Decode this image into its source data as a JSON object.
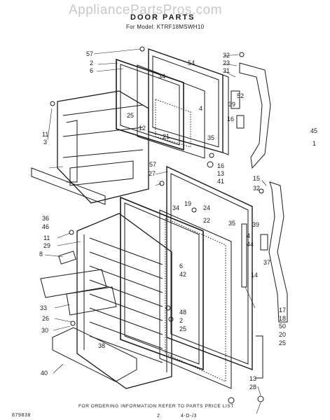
{
  "header": {
    "watermark": "AppliancePartsPros.com",
    "title": "DOOR PARTS",
    "subtitle": "For Model: KTRF18MSWH10"
  },
  "callouts": [
    {
      "id": "c57a",
      "text": "57"
    },
    {
      "id": "c2a",
      "text": "2"
    },
    {
      "id": "c6a",
      "text": "6"
    },
    {
      "id": "c34a",
      "text": "34"
    },
    {
      "id": "c54",
      "text": "54"
    },
    {
      "id": "c32a",
      "text": "32"
    },
    {
      "id": "c23",
      "text": "23"
    },
    {
      "id": "c31",
      "text": "31"
    },
    {
      "id": "c4a",
      "text": "4"
    },
    {
      "id": "c52",
      "text": "52"
    },
    {
      "id": "c39a",
      "text": "39"
    },
    {
      "id": "c16a",
      "text": "16"
    },
    {
      "id": "c25a",
      "text": "25"
    },
    {
      "id": "c12",
      "text": "12"
    },
    {
      "id": "c11a",
      "text": "11"
    },
    {
      "id": "c3",
      "text": "3"
    },
    {
      "id": "c21",
      "text": "21"
    },
    {
      "id": "c35a",
      "text": "35"
    },
    {
      "id": "c45",
      "text": "45"
    },
    {
      "id": "c1",
      "text": "1"
    },
    {
      "id": "c57b",
      "text": "57"
    },
    {
      "id": "c27",
      "text": "27"
    },
    {
      "id": "c16b",
      "text": "16"
    },
    {
      "id": "c13a",
      "text": "13"
    },
    {
      "id": "c41",
      "text": "41"
    },
    {
      "id": "c15",
      "text": "15"
    },
    {
      "id": "c32b",
      "text": "32"
    },
    {
      "id": "c19",
      "text": "19"
    },
    {
      "id": "c34b",
      "text": "34"
    },
    {
      "id": "c24",
      "text": "24"
    },
    {
      "id": "c22",
      "text": "22"
    },
    {
      "id": "c36",
      "text": "36"
    },
    {
      "id": "c46",
      "text": "46"
    },
    {
      "id": "c35b",
      "text": "35"
    },
    {
      "id": "c39b",
      "text": "39"
    },
    {
      "id": "c11b",
      "text": "11"
    },
    {
      "id": "c29",
      "text": "29"
    },
    {
      "id": "c4b",
      "text": "4"
    },
    {
      "id": "c44",
      "text": "44"
    },
    {
      "id": "c8",
      "text": "8"
    },
    {
      "id": "c37",
      "text": "37"
    },
    {
      "id": "c6b",
      "text": "6"
    },
    {
      "id": "c42",
      "text": "42"
    },
    {
      "id": "c14",
      "text": "14"
    },
    {
      "id": "c33",
      "text": "33"
    },
    {
      "id": "c26",
      "text": "26"
    },
    {
      "id": "c17",
      "text": "17"
    },
    {
      "id": "c18",
      "text": "18"
    },
    {
      "id": "c30",
      "text": "30"
    },
    {
      "id": "c48",
      "text": "48"
    },
    {
      "id": "c2b",
      "text": "2"
    },
    {
      "id": "c50",
      "text": "50"
    },
    {
      "id": "c20",
      "text": "20"
    },
    {
      "id": "c25b",
      "text": "25"
    },
    {
      "id": "c38",
      "text": "38"
    },
    {
      "id": "c25c",
      "text": "25"
    },
    {
      "id": "c40",
      "text": "40"
    },
    {
      "id": "c13b",
      "text": "13"
    },
    {
      "id": "c28",
      "text": "28"
    }
  ],
  "footer": {
    "notice": "FOR ORDERING INFORMATION REFER TO PARTS PRICE LIST",
    "doc_number": "879838",
    "page": "2",
    "date_code": "4-D-/3"
  }
}
